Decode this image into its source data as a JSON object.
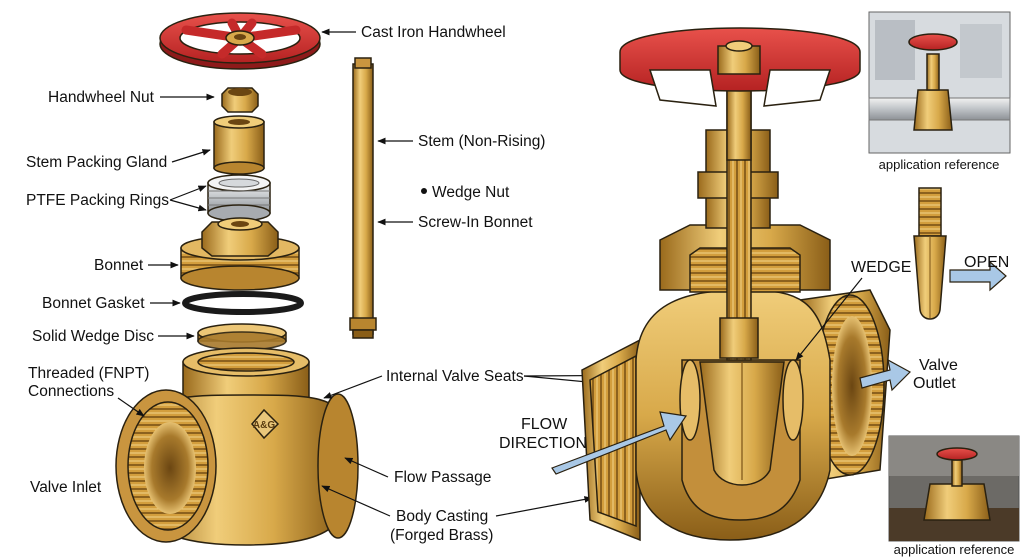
{
  "colors": {
    "brass": "#d8a94a",
    "brass_light": "#f0cd7a",
    "brass_dark": "#9a6a1c",
    "handwheel_red": "#d8302f",
    "arrow_blue": "#a9c8e6"
  },
  "labels": {
    "handwheel": "Cast Iron Handwheel",
    "handwheel_nut": "Handwheel Nut",
    "stem_packing_gland": "Stem Packing Gland",
    "ptfe_packing_rings": "PTFE Packing Rings",
    "bonnet": "Bonnet",
    "bonnet_gasket": "Bonnet Gasket",
    "solid_wedge_disc": "Solid Wedge Disc",
    "threaded_connections_1": "Threaded (FNPT)",
    "threaded_connections_2": "Connections",
    "valve_inlet": "Valve Inlet",
    "stem": "Stem (Non-Rising)",
    "wedge_nut": "Wedge Nut",
    "screw_in_bonnet": "Screw-In Bonnet",
    "internal_valve_seats": "Internal Valve Seats",
    "flow_passage": "Flow Passage",
    "body_casting_1": "Body Casting",
    "body_casting_2": "(Forged Brass)",
    "flow_direction_1": "FLOW",
    "flow_direction_2": "DIRECTION",
    "wedge": "WEDGE",
    "open": "OPEN",
    "valve_outlet_1": "Valve",
    "valve_outlet_2": "Outlet",
    "application_reference_top": "application reference",
    "application_reference_bottom": "application reference"
  },
  "body_marking": "A&G"
}
